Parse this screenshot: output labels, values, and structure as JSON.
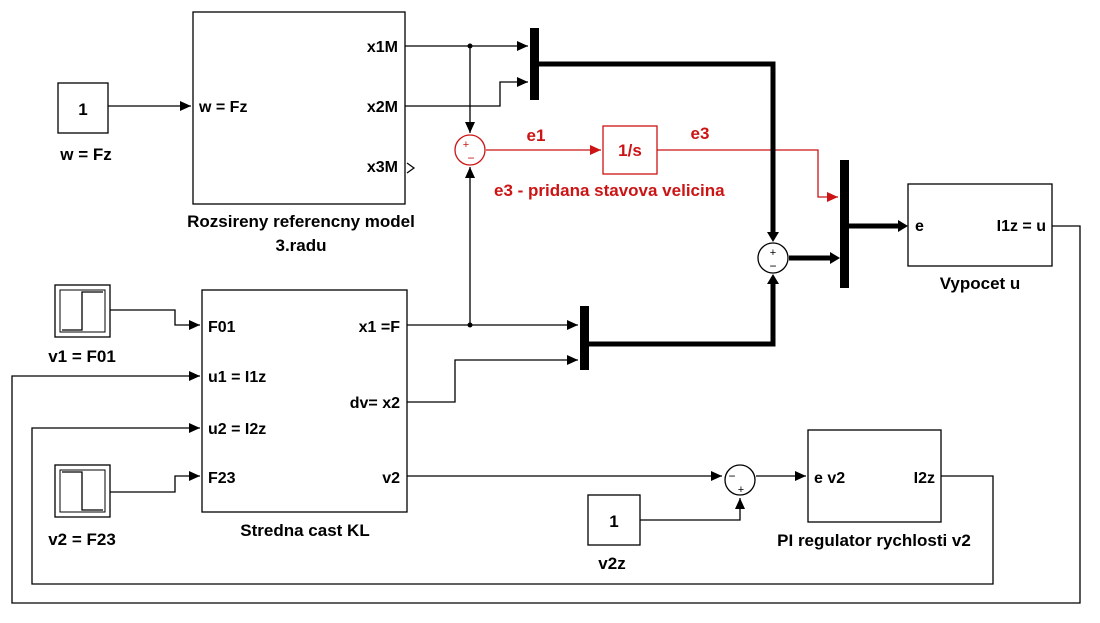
{
  "colors": {
    "line": "#000000",
    "accent_red": "#cc1414",
    "background": "#ffffff"
  },
  "blocks": {
    "const_w": {
      "value": "1",
      "name": "w = Fz"
    },
    "ref_model": {
      "in_port": "w = Fz",
      "out_ports": [
        "x1M",
        "x2M",
        "x3M"
      ],
      "name_line1": "Rozsireny referencny model",
      "name_line2": "3.radu"
    },
    "integrator": {
      "label": "1/s"
    },
    "step_v1": {
      "name": "v1 = F01"
    },
    "step_v2": {
      "name": "v2 = F23"
    },
    "plant": {
      "in_ports": [
        "F01",
        "u1 = I1z",
        "u2 = I2z",
        "F23"
      ],
      "out_ports": [
        "x1 =F",
        "dv= x2",
        "v2"
      ],
      "name": "Stredna cast KL"
    },
    "vypocet": {
      "in_port": "e",
      "out_port": "I1z = u",
      "name": "Vypocet u"
    },
    "const_v2z": {
      "value": "1",
      "name": "v2z"
    },
    "pi": {
      "in_port": "e v2",
      "out_port": "I2z",
      "name": "PI regulator rychlosti v2"
    },
    "sum1": {
      "signs": [
        "+",
        "−"
      ]
    },
    "sum2": {
      "signs": [
        "+",
        "−"
      ]
    },
    "sum3": {
      "signs": [
        "−",
        "+"
      ]
    }
  },
  "signals": {
    "e1": "e1",
    "e3": "e3",
    "annotation": "e3  - pridana stavova velicina"
  }
}
